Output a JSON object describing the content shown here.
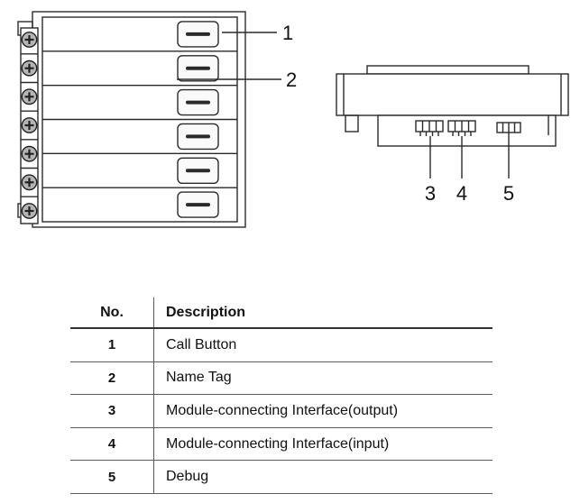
{
  "figure": {
    "callouts": {
      "c1": "1",
      "c2": "2",
      "c3": "3",
      "c4": "4",
      "c5": "5"
    }
  },
  "table": {
    "headers": {
      "no": "No.",
      "description": "Description"
    },
    "rows": [
      {
        "no": "1",
        "description": "Call Button"
      },
      {
        "no": "2",
        "description": "Name Tag"
      },
      {
        "no": "3",
        "description": "Module-connecting Interface(output)"
      },
      {
        "no": "4",
        "description": "Module-connecting Interface(input)"
      },
      {
        "no": "5",
        "description": "Debug"
      }
    ]
  },
  "colors": {
    "line": "#2a2a2a",
    "text": "#111111",
    "background": "#ffffff"
  }
}
